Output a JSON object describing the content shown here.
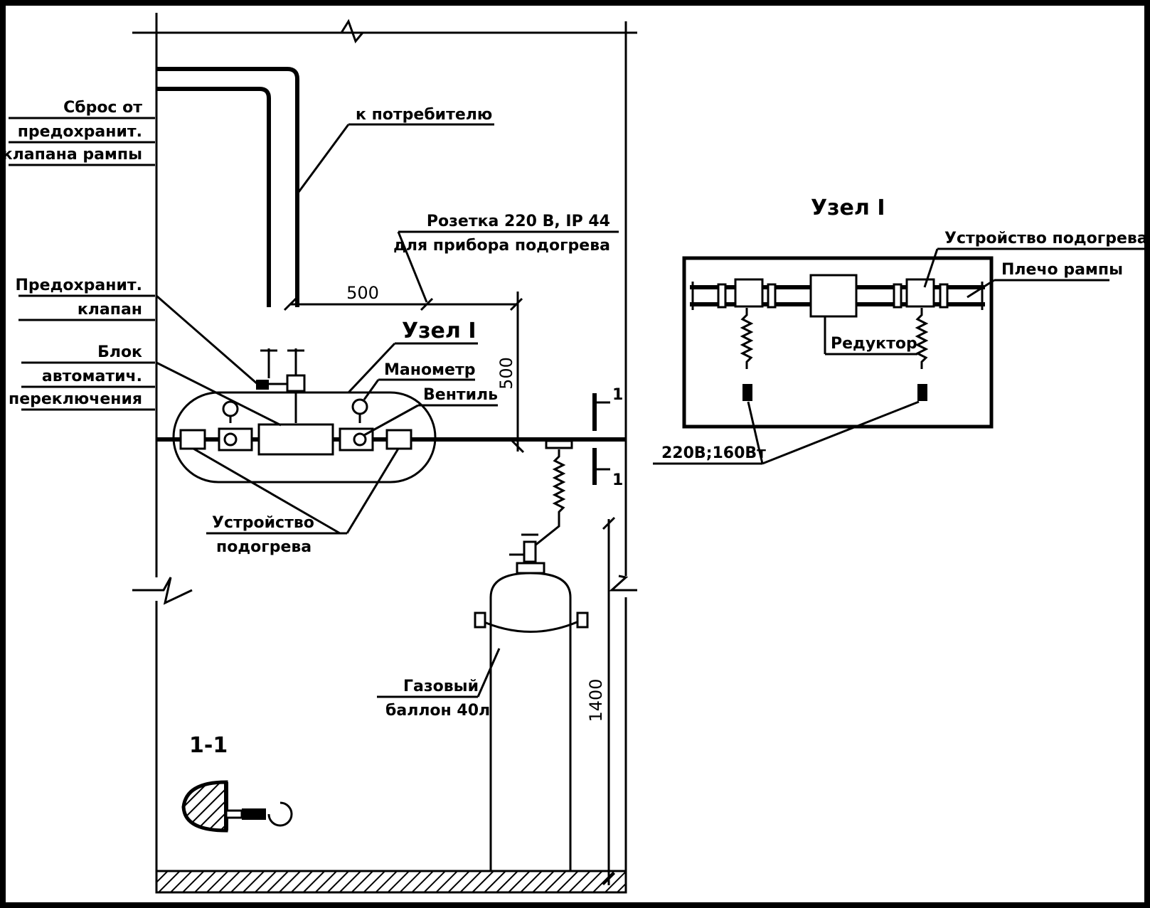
{
  "labels": {
    "relief_1": "Сброс от",
    "relief_2": "предохранит.",
    "relief_3": "клапана рампы",
    "to_consumer": "к потребителю",
    "socket_1": "Розетка 220 В, IP 44",
    "socket_2": "для прибора подогрева",
    "dim_500_h": "500",
    "dim_500_v": "500",
    "dim_1400": "1400",
    "node_main": "Узел I",
    "safety_valve_1": "Предохранит.",
    "safety_valve_2": "клапан",
    "block_1": "Блок",
    "block_2": "автоматич.",
    "block_3": "переключения",
    "manometer": "Манометр",
    "valve": "Вентиль",
    "heater_1": "Устройство",
    "heater_2": "подогрева",
    "section_mark_top": "1",
    "section_mark_bottom": "1",
    "cylinder_1": "Газовый",
    "cylinder_2": "баллон 40л",
    "section_title": "1-1"
  },
  "detail": {
    "title": "Узел I",
    "heater": "Устройство подогрева",
    "arm": "Плечо рампы",
    "reducer": "Редуктор",
    "power": "220В;160Вт"
  }
}
